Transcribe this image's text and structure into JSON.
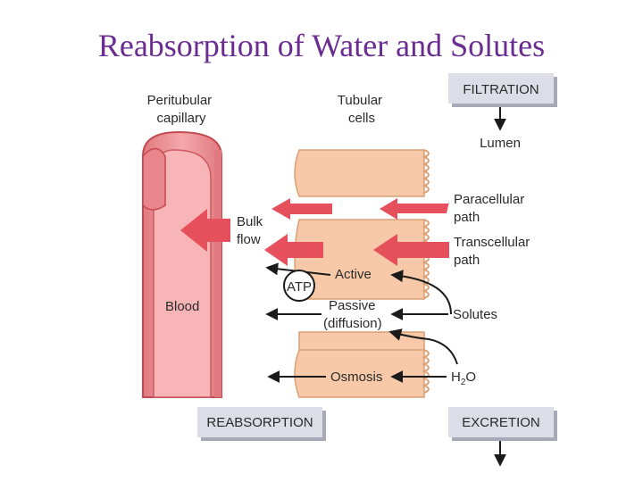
{
  "title": "Reabsorption of Water and Solutes",
  "diagram": {
    "peritubular_capillary": [
      "Peritubular",
      "capillary"
    ],
    "tubular_cells": [
      "Tubular",
      "cells"
    ],
    "filtration": "FILTRATION",
    "lumen": "Lumen",
    "paracellular": [
      "Paracellular",
      "path"
    ],
    "transcellular": [
      "Transcellular",
      "path"
    ],
    "bulk_flow": [
      "Bulk",
      "flow"
    ],
    "active": "Active",
    "atp": "ATP",
    "blood": "Blood",
    "passive": [
      "Passive",
      "(diffusion)"
    ],
    "solutes": "Solutes",
    "osmosis": "Osmosis",
    "water": {
      "main": "H",
      "sub": "2",
      "end": "O"
    },
    "reabsorption": "REABSORPTION",
    "excretion": "EXCRETION"
  }
}
